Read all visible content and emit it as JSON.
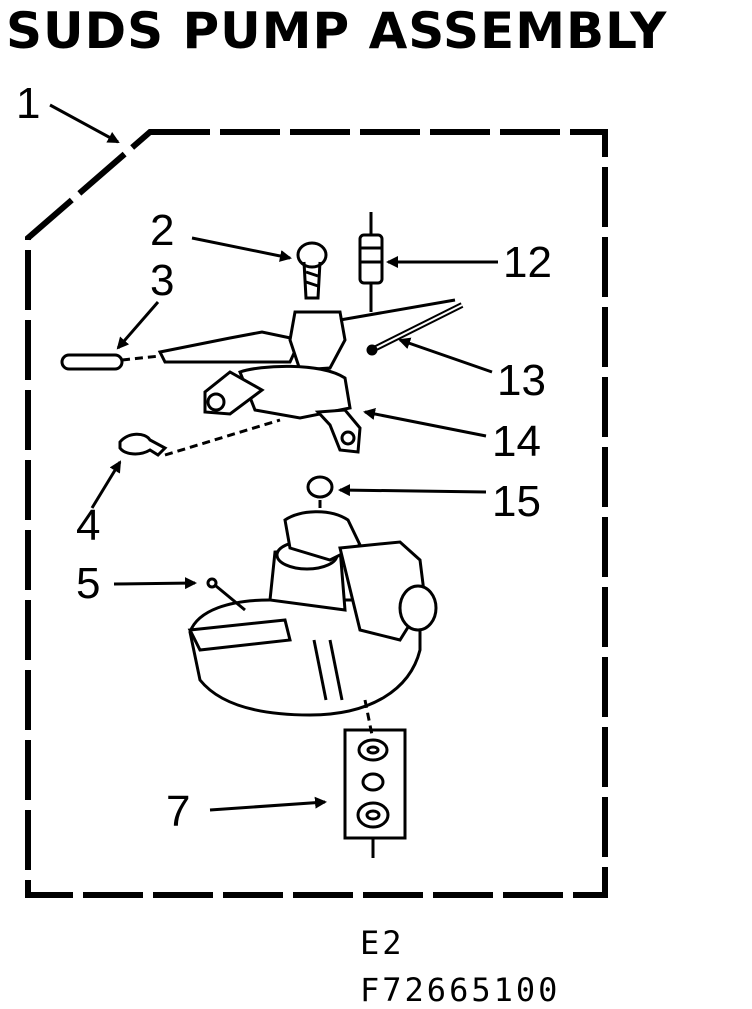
{
  "title": "SUDS PUMP ASSEMBLY",
  "callouts": {
    "c1": "1",
    "c2": "2",
    "c3": "3",
    "c4": "4",
    "c5": "5",
    "c7": "7",
    "c12": "12",
    "c13": "13",
    "c14": "14",
    "c15": "15"
  },
  "codes": {
    "line1": "E2",
    "line2": "F72665100"
  }
}
